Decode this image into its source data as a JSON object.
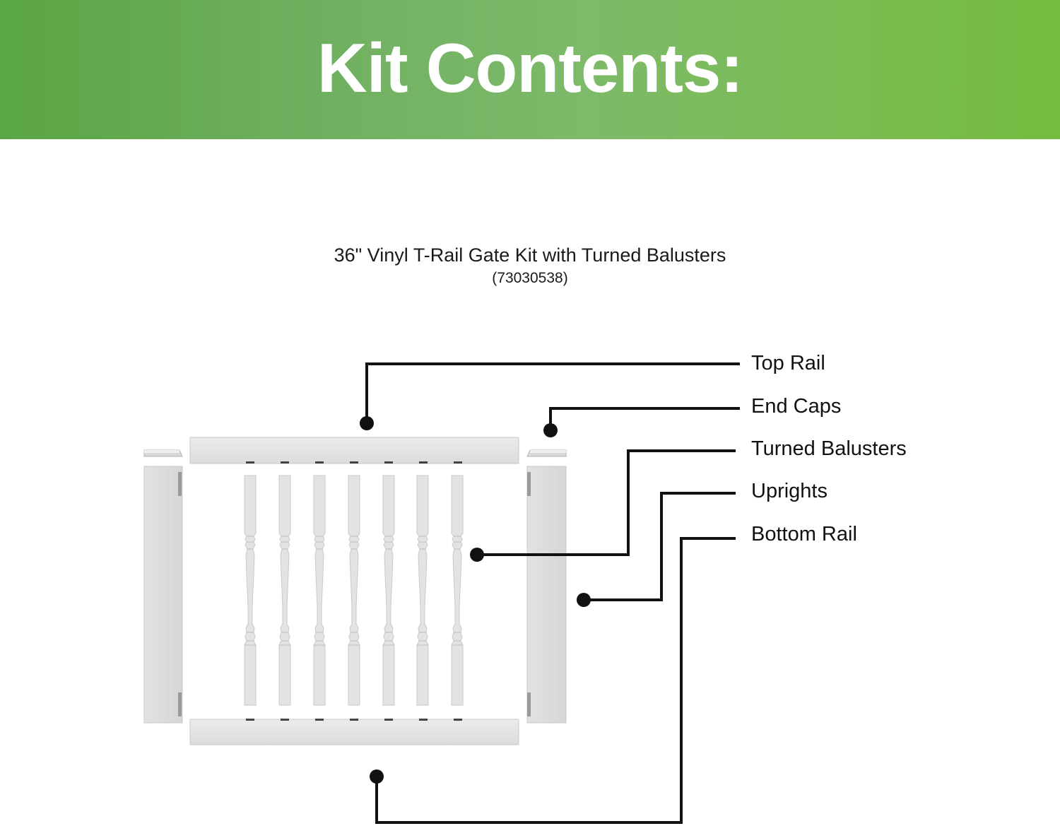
{
  "header": {
    "title": "Kit Contents:"
  },
  "product": {
    "name": "36\" Vinyl T-Rail Gate Kit with Turned Balusters",
    "sku": "(73030538)"
  },
  "parts": {
    "top_rail": "Top Rail",
    "end_caps": "End Caps",
    "turned_balusters": "Turned Balusters",
    "uprights": "Uprights",
    "bottom_rail": "Bottom Rail"
  },
  "colors": {
    "banner_start": "#5aa544",
    "banner_end": "#74bb3e",
    "vinyl": "#e4e4e4",
    "callout": "#111111"
  }
}
